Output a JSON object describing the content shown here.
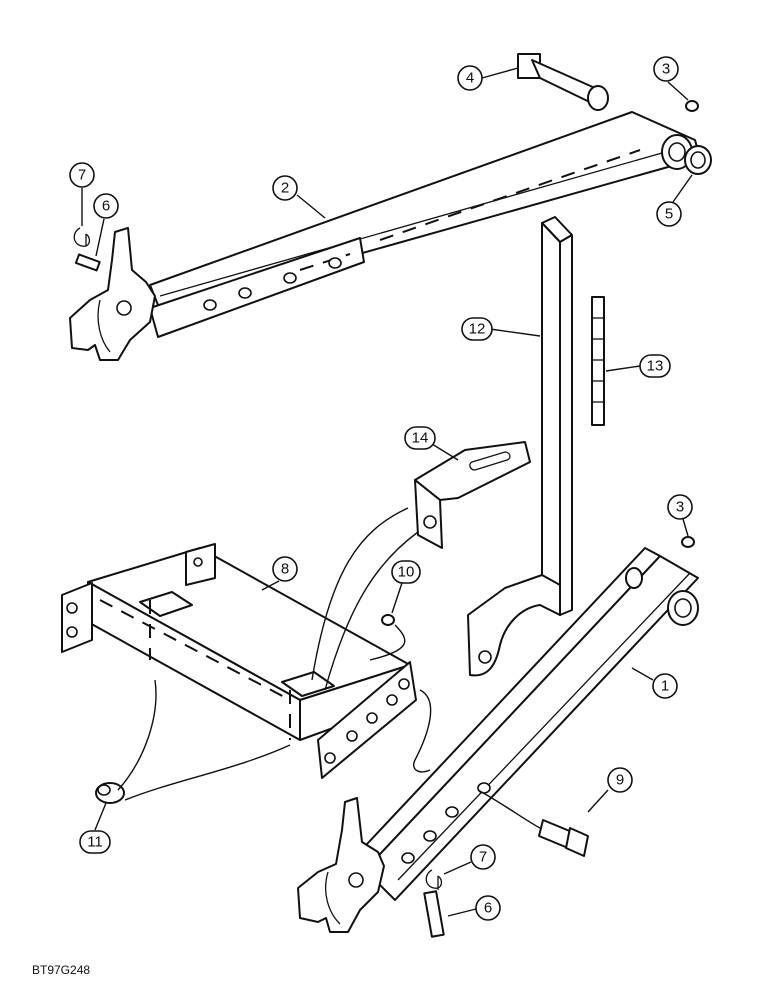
{
  "diagram": {
    "reference_code": "BT97G248",
    "callouts": {
      "c1": "1",
      "c2": "2",
      "c3a": "3",
      "c3b": "3",
      "c4": "4",
      "c5": "5",
      "c6a": "6",
      "c6b": "6",
      "c7a": "7",
      "c7b": "7",
      "c8": "8",
      "c9": "9",
      "c10": "10",
      "c11": "11",
      "c12": "12",
      "c13": "13",
      "c14": "14"
    }
  }
}
